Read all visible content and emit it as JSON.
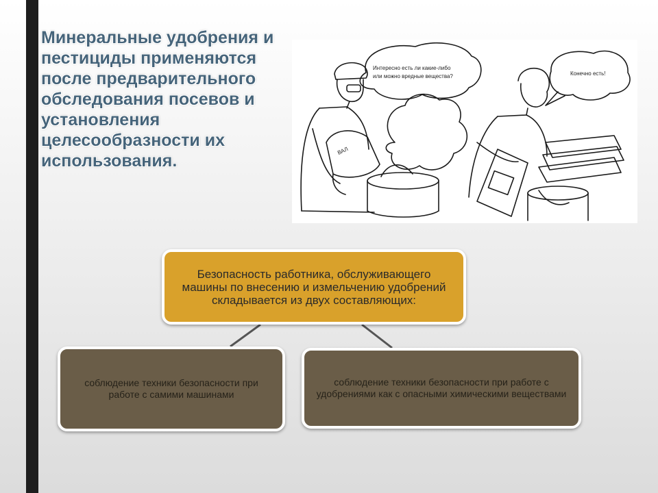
{
  "title": "Минеральные удобрения и пестициды применяются после предварительного обследования посевов и установления целесообразности их использования.",
  "illustration": {
    "bubble_left_line1": "Интересно есть ли какие-либо",
    "bubble_left_line2": "или можно вредные вещества?",
    "bubble_right": "Конечно есть!",
    "sack_label": "ВАЛ"
  },
  "diagram": {
    "root": "Безопасность работника, обслуживающего машины по внесению и измельчению удобрений складывается из двух составляющих:",
    "children": [
      "соблюдение техники безопасности при работе с самими машинами",
      "соблюдение техники безопасности при работе с удобрениями как с опасными химическими веществами"
    ]
  },
  "colors": {
    "root_fill": "#d9a12b",
    "child_fill": "#6a5d48",
    "title_text": "#46647a",
    "connector": "#555555"
  }
}
